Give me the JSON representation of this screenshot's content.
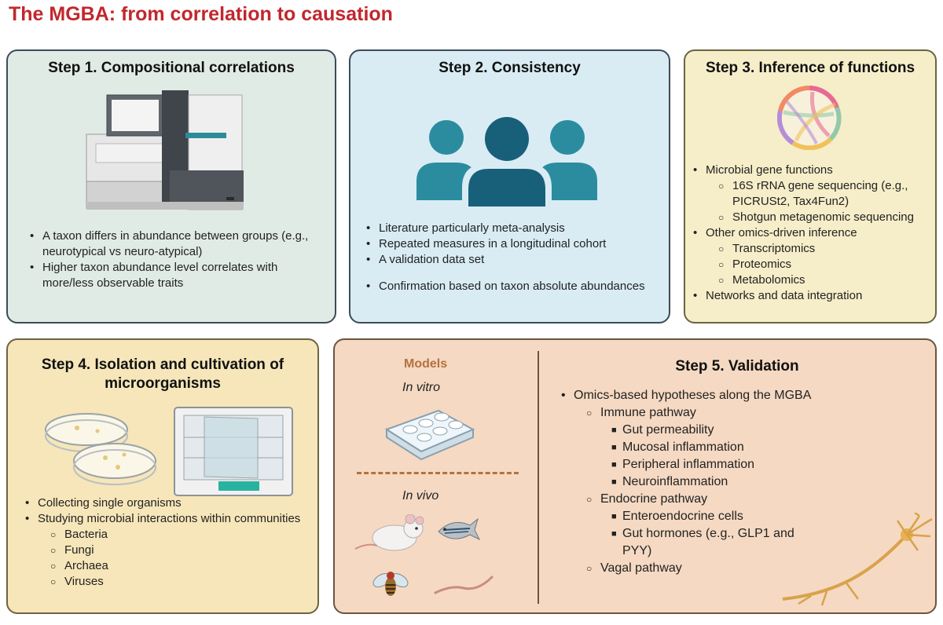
{
  "title": "The MGBA: from correlation to causation",
  "panels": {
    "step1": {
      "title": "Step 1. Compositional correlations",
      "bullets": [
        "A taxon differs in abundance between groups (e.g., neurotypical vs neuro-atypical)",
        "Higher taxon abundance level correlates with more/less observable traits"
      ],
      "icon": "sequencer-machine-icon"
    },
    "step2": {
      "title": "Step 2. Consistency",
      "bullets": [
        "Literature particularly meta-analysis",
        "Repeated measures in a longitudinal cohort",
        "A validation data set",
        "Confirmation based on taxon absolute abundances"
      ],
      "icon": "people-group-icon"
    },
    "step3": {
      "title": "Step 3. Inference of functions",
      "bullets": {
        "microbial": "Microbial gene functions",
        "microbial_sub": [
          "16S rRNA gene sequencing (e.g., PICRUSt2, Tax4Fun2)",
          "Shotgun metagenomic sequencing"
        ],
        "omics": "Other omics-driven inference",
        "omics_sub": [
          "Transcriptomics",
          "Proteomics",
          "Metabolomics"
        ],
        "networks": "Networks and data integration"
      },
      "icon": "chord-diagram-icon"
    },
    "step4": {
      "title": "Step 4. Isolation and cultivation of microorganisms",
      "bullets": {
        "collect": "Collecting single organisms",
        "study": "Studying microbial interactions within communities",
        "study_sub": [
          "Bacteria",
          "Fungi",
          "Archaea",
          "Viruses"
        ]
      },
      "icons": [
        "petri-dish-icon",
        "incubator-icon"
      ]
    },
    "step5": {
      "title": "Step 5. Validation",
      "models_label": "Models",
      "in_vitro": "In vitro",
      "in_vivo": "In vivo",
      "main": "Omics-based hypotheses along the MGBA",
      "immune": "Immune pathway",
      "immune_sub": [
        "Gut permeability",
        "Mucosal inflammation",
        "Peripheral inflammation",
        "Neuroinflammation"
      ],
      "endocrine": "Endocrine pathway",
      "endocrine_sub": [
        "Enteroendocrine cells",
        "Gut hormones (e.g., GLP1 and PYY)"
      ],
      "vagal": "Vagal pathway",
      "icons": [
        "well-plate-icon",
        "mouse-icon",
        "zebrafish-icon",
        "fruit-fly-icon",
        "worm-icon",
        "neuron-icon"
      ]
    }
  },
  "colors": {
    "title": "#c1272d",
    "step1_bg": "#e1ebe5",
    "step2_bg": "#d9ecf4",
    "step3_bg": "#f6eec9",
    "step4_bg": "#f6e6b9",
    "step5_bg": "#f5d9c2",
    "models_accent": "#b5713f"
  }
}
